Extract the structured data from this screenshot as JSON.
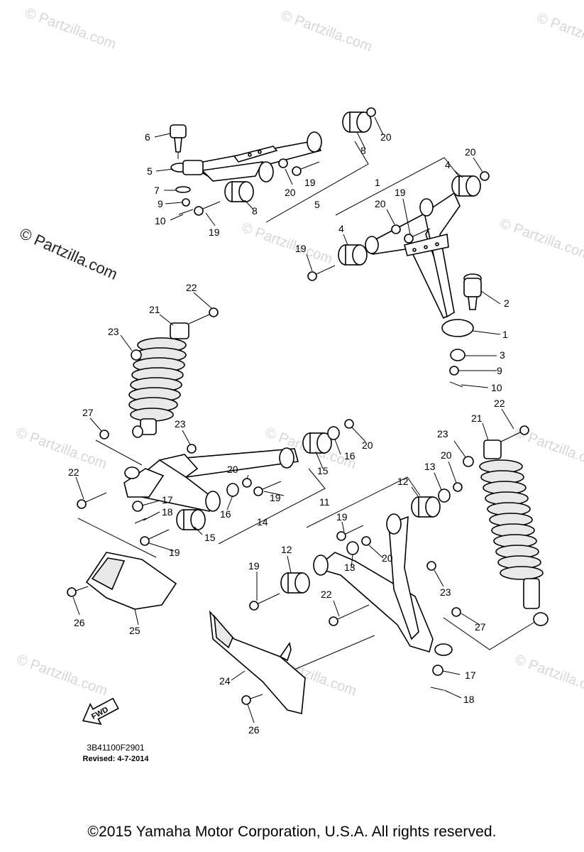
{
  "watermark": {
    "side": "© Partzilla.com",
    "tile": "© Partzilla.com"
  },
  "callouts": {
    "n1": "1",
    "n2": "2",
    "n3": "3",
    "n4": "4",
    "n5": "5",
    "n6": "6",
    "n7": "7",
    "n8": "8",
    "n9": "9",
    "n10": "10",
    "n11": "11",
    "n12": "12",
    "n13": "13",
    "n14": "14",
    "n15": "15",
    "n16": "16",
    "n17": "17",
    "n18": "18",
    "n19": "19",
    "n20": "20",
    "n21": "21",
    "n22": "22",
    "n23": "23",
    "n24": "24",
    "n25": "25",
    "n26": "26",
    "n27": "27"
  },
  "fwd_label": "FWD",
  "diagram_code": "3B41100F2901",
  "revised": "Revised: 4-7-2014",
  "copyright": "©2015 Yamaha Motor Corporation, U.S.A. All rights reserved."
}
